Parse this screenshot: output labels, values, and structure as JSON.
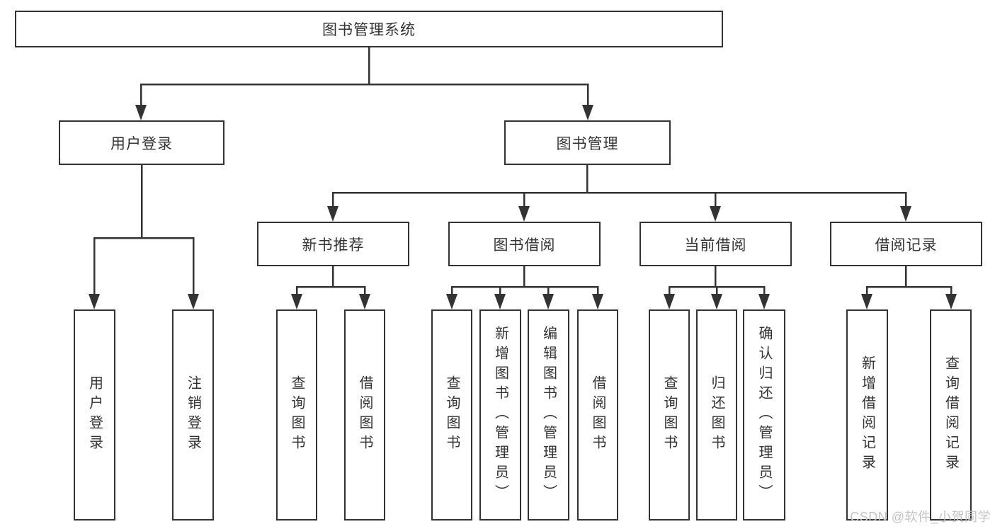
{
  "tree": {
    "root_label": "图书管理系统",
    "branches": [
      {
        "label": "用户登录",
        "children": [
          {
            "label": "用户登录"
          },
          {
            "label": "注销登录"
          }
        ]
      },
      {
        "label": "图书管理",
        "groups": [
          {
            "label": "新书推荐",
            "children": [
              {
                "label": "查询图书"
              },
              {
                "label": "借阅图书"
              }
            ]
          },
          {
            "label": "图书借阅",
            "children": [
              {
                "label": "查询图书"
              },
              {
                "label": "新增图书（管理员）"
              },
              {
                "label": "编辑图书（管理员）"
              },
              {
                "label": "借阅图书"
              }
            ]
          },
          {
            "label": "当前借阅",
            "children": [
              {
                "label": "查询图书"
              },
              {
                "label": "归还图书"
              },
              {
                "label": "确认归还（管理员）"
              }
            ]
          },
          {
            "label": "借阅记录",
            "children": [
              {
                "label": "新增借阅记录"
              },
              {
                "label": "查询借阅记录"
              }
            ]
          }
        ]
      }
    ]
  },
  "watermark": {
    "text": "CSDN @软件_小贺同学"
  },
  "colors": {
    "line": "#333333",
    "text": "#333333",
    "box_background": "#ffffff",
    "page_background": "#ffffff",
    "watermark": "#c4c4c4"
  }
}
